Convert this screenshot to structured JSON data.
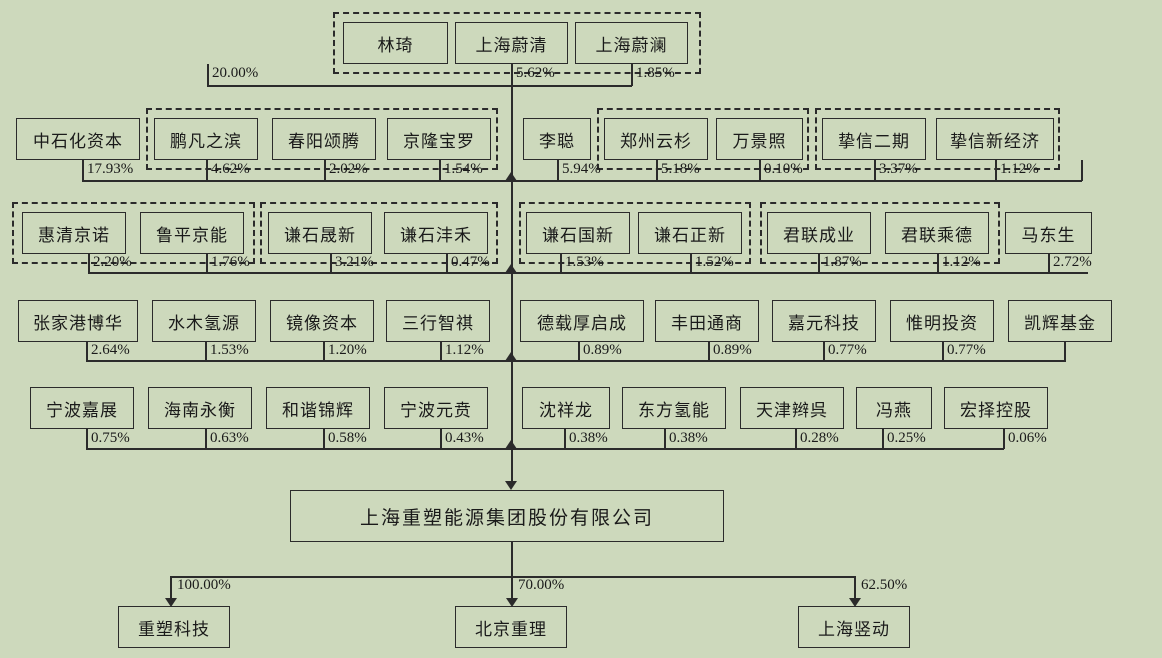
{
  "diagram": {
    "title": "上海重塑能源集团股份有限公司 股权结构图",
    "background_color": "#cdd9bc",
    "line_color": "#2b2b2b",
    "company": {
      "name": "上海重塑能源集团股份有限公司"
    },
    "rows": [
      {
        "id": "row1",
        "shareholders": [
          {
            "name": "林琦",
            "pct": "20.00%"
          },
          {
            "name": "上海蔚清",
            "pct": "5.62%"
          },
          {
            "name": "上海蔚澜",
            "pct": "1.85%"
          }
        ]
      },
      {
        "id": "row2",
        "shareholders": [
          {
            "name": "中石化资本",
            "pct": "17.93%"
          },
          {
            "name": "鹏凡之滨",
            "pct": "4.62%"
          },
          {
            "name": "春阳颂腾",
            "pct": "2.02%"
          },
          {
            "name": "京隆宝罗",
            "pct": "1.54%"
          },
          {
            "name": "李聪",
            "pct": "5.94%"
          },
          {
            "name": "郑州云杉",
            "pct": "5.18%"
          },
          {
            "name": "万景照",
            "pct": "0.10%"
          },
          {
            "name": "挚信二期",
            "pct": "3.37%"
          },
          {
            "name": "挚信新经济",
            "pct": "1.12%"
          }
        ]
      },
      {
        "id": "row3",
        "shareholders": [
          {
            "name": "惠清京诺",
            "pct": "2.20%"
          },
          {
            "name": "鲁平京能",
            "pct": "1.76%"
          },
          {
            "name": "谦石晟新",
            "pct": "3.21%"
          },
          {
            "name": "谦石沣禾",
            "pct": "0.47%"
          },
          {
            "name": "谦石国新",
            "pct": "1.53%"
          },
          {
            "name": "谦石正新",
            "pct": "1.52%"
          },
          {
            "name": "君联成业",
            "pct": "1.87%"
          },
          {
            "name": "君联乘德",
            "pct": "1.12%"
          },
          {
            "name": "马东生",
            "pct": "2.72%"
          }
        ]
      },
      {
        "id": "row4",
        "shareholders": [
          {
            "name": "张家港博华",
            "pct": "2.64%"
          },
          {
            "name": "水木氢源",
            "pct": "1.53%"
          },
          {
            "name": "镜像资本",
            "pct": "1.20%"
          },
          {
            "name": "三行智祺",
            "pct": "1.12%"
          },
          {
            "name": "德载厚启成",
            "pct": "0.89%"
          },
          {
            "name": "丰田通商",
            "pct": "0.89%"
          },
          {
            "name": "嘉元科技",
            "pct": "0.77%"
          },
          {
            "name": "惟明投资",
            "pct": "0.77%"
          },
          {
            "name": "凯辉基金",
            "pct": ""
          }
        ]
      },
      {
        "id": "row5",
        "shareholders": [
          {
            "name": "宁波嘉展",
            "pct": "0.75%"
          },
          {
            "name": "海南永衡",
            "pct": "0.63%"
          },
          {
            "name": "和谐锦辉",
            "pct": "0.58%"
          },
          {
            "name": "宁波元贲",
            "pct": "0.43%"
          },
          {
            "name": "沈祥龙",
            "pct": "0.38%"
          },
          {
            "name": "东方氢能",
            "pct": "0.38%"
          },
          {
            "name": "天津辫呉",
            "pct": "0.28%"
          },
          {
            "name": "冯燕",
            "pct": "0.25%"
          },
          {
            "name": "宏择控股",
            "pct": "0.06%"
          }
        ]
      }
    ],
    "subsidiaries": [
      {
        "name": "重塑科技",
        "pct": "100.00%"
      },
      {
        "name": "北京重理",
        "pct": "70.00%"
      },
      {
        "name": "上海竖动",
        "pct": "62.50%"
      }
    ]
  }
}
